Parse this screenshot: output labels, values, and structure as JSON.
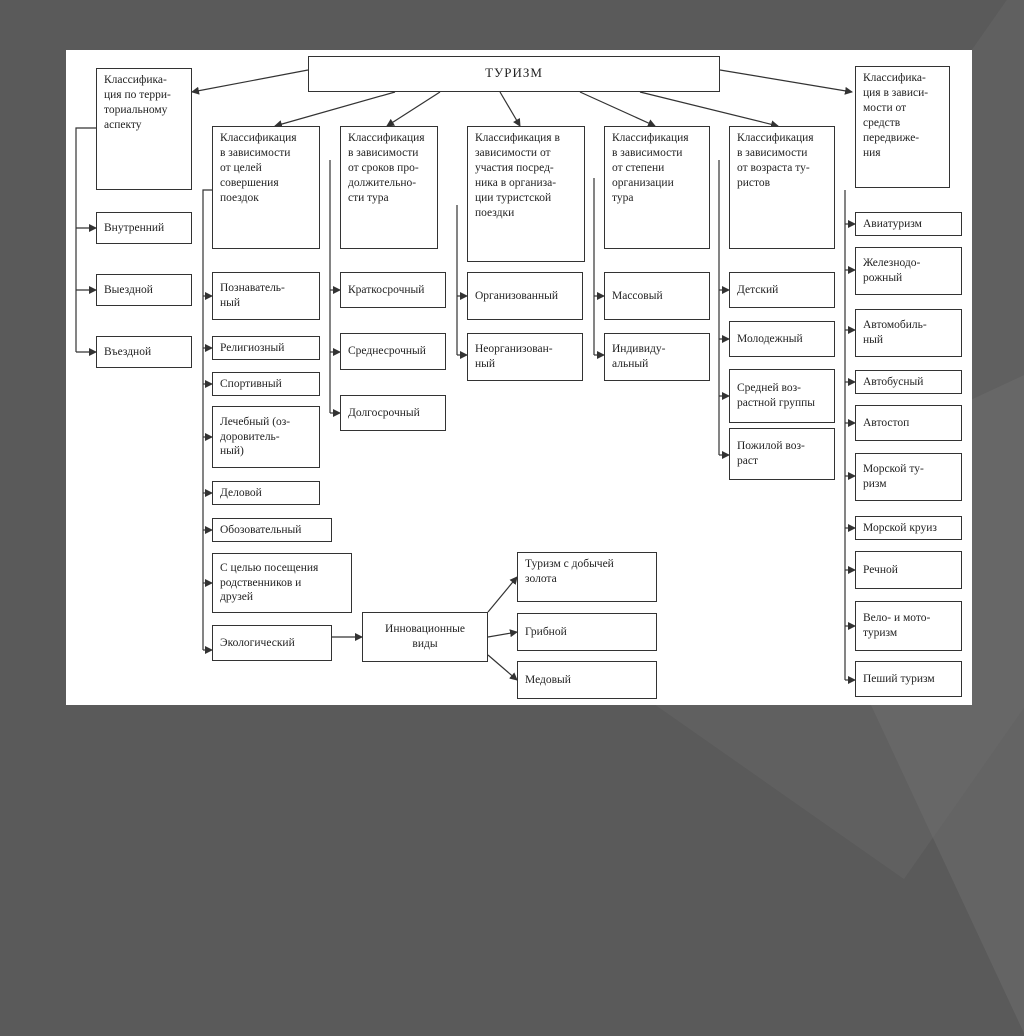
{
  "root": "ТУРИЗМ",
  "territorial": {
    "heading": "Классифика-\nция по терри-\nториальному\nаспекту",
    "items": [
      "Внутренний",
      "Выездной",
      "Въездной"
    ]
  },
  "goals": {
    "heading": "Классификация\nв зависимости\nот целей\nсовершения\nпоездок",
    "items": [
      "Познаватель-\nный",
      "Религиозный",
      "Спортивный",
      "Лечебный (оз-\nдоровитель-\nный)",
      "Деловой",
      "Обозовательный",
      "С целью посещения\nродственников и\nдрузей",
      "Экологический"
    ]
  },
  "duration": {
    "heading": "Классификация\nв зависимости\nот сроков про-\nдолжительно-\nсти тура",
    "items": [
      "Краткосрочный",
      "Среднесрочный",
      "Долгосрочный"
    ]
  },
  "intermediary": {
    "heading": "Классификация в\nзависимости от\nучастия посред-\nника в организа-\nции туристской\nпоездки",
    "items": [
      "Организованный",
      "Неорганизован-\nный"
    ]
  },
  "organization": {
    "heading": "Классификация\nв зависимости\nот степени\nорганизации\nтура",
    "items": [
      "Массовый",
      "Индивиду-\nальный"
    ]
  },
  "age": {
    "heading": "Классификация\nв зависимости\nот возраста ту-\nристов",
    "items": [
      "Детский",
      "Молодежный",
      "Средней воз-\nрастной группы",
      "Пожилой воз-\nраст"
    ]
  },
  "transport": {
    "heading": "Классифика-\nция в зависи-\nмости от\nсредств\nпередвиже-\nния",
    "items": [
      "Авиатуризм",
      "Железнодо-\nрожный",
      "Автомобиль-\nный",
      "Автобусный",
      "Автостоп",
      "Морской ту-\nризм",
      "Морской круиз",
      "Речной",
      "Вело- и мото-\nтуризм",
      "Пеший туризм"
    ]
  },
  "innovative": {
    "heading": "Инновационные\nвиды",
    "items": [
      "Туризм с добычей\nзолота",
      "Грибной",
      "Медовый"
    ]
  }
}
